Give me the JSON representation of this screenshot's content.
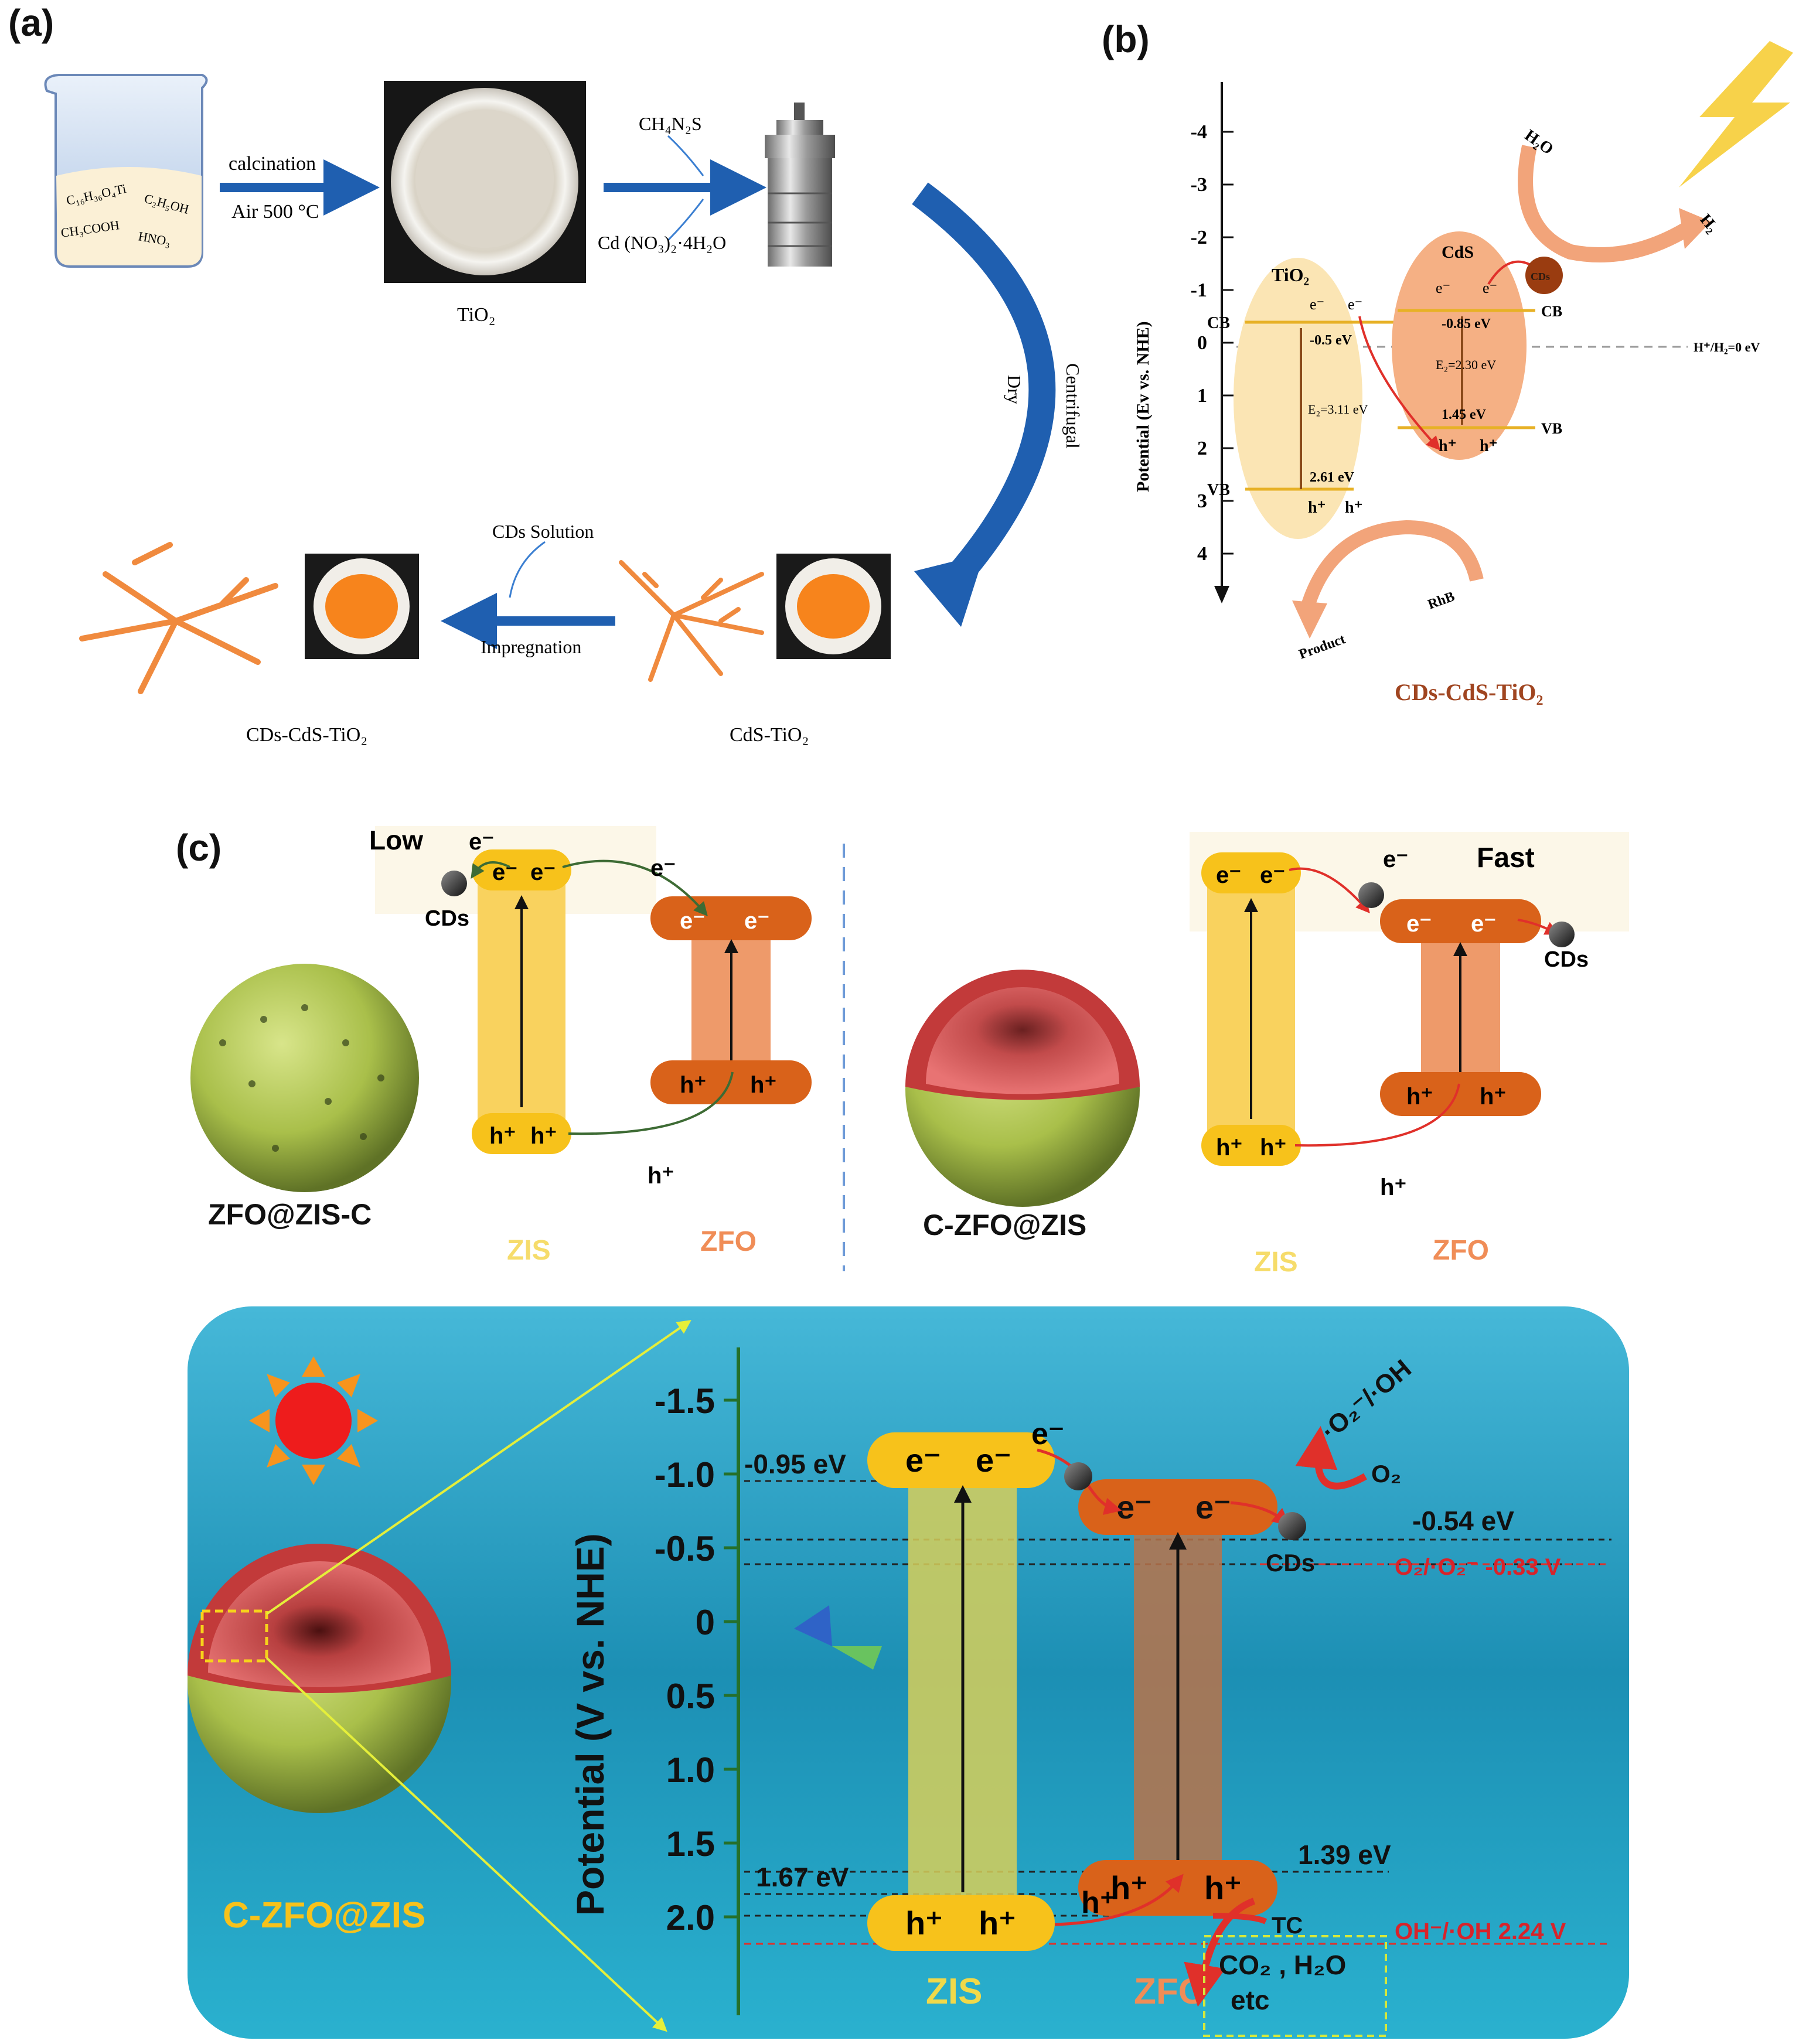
{
  "panel_a": {
    "label": "(a)",
    "beaker_lines": [
      "C₁₆H₃₆O₄Ti",
      "C₂H₅OH",
      "CH₃COOH",
      "HNO₃"
    ],
    "arrow1_top": "calcination",
    "arrow1_bottom": "Air  500 °C",
    "tio2_label": "TiO₂",
    "reagent_top": "CH₄N₂S",
    "reagent_bottom": "Cd (NO₃)₂·4H₂O",
    "curve_left": "Dry",
    "curve_right": "Centrifugal",
    "impreg_top": "CDs Solution",
    "impreg_bottom": "Impregnation",
    "cds_tio2_label": "CdS-TiO₂",
    "final_label": "CDs-CdS-TiO₂"
  },
  "panel_b": {
    "label": "(b)",
    "ylabel": "Potential (Ev vs. NHE)",
    "ticks": [
      "-4",
      "-3",
      "-2",
      "-1",
      "0",
      "1",
      "2",
      "3",
      "4"
    ],
    "tio2": "TiO₂",
    "cds": "CdS",
    "cb": "CB",
    "vb": "VB",
    "e": "e⁻",
    "h": "h⁺",
    "tio2_cb": "-0.5 eV",
    "tio2_eg": "E₂=3.11 eV",
    "tio2_vb": "2.61 eV",
    "cds_cb": "-0.85 eV",
    "cds_eg": "E₂=2.30 eV",
    "cds_vb": "1.45 eV",
    "dot_label": "CDs",
    "ref_line": "H⁺/H₂=0 eV",
    "h2o": "H₂O",
    "h2": "H₂",
    "rhb": "RhB",
    "product": "Product",
    "title": "CDs-CdS-TiO₂"
  },
  "panel_c": {
    "label": "(c)",
    "left_top": {
      "speed": "Low",
      "cds": "CDs",
      "sphere": "ZFO@ZIS-C",
      "zis": "ZIS",
      "zfo": "ZFO"
    },
    "right_top": {
      "speed": "Fast",
      "cds": "CDs",
      "sphere": "C-ZFO@ZIS",
      "zis": "ZIS",
      "zfo": "ZFO"
    },
    "e": "e⁻",
    "h": "h⁺",
    "bottom": {
      "ylabel": "Potential (V vs. NHE)",
      "ticks": [
        "-1.5",
        "-1.0",
        "-0.5",
        "0",
        "0.5",
        "1.0",
        "1.5",
        "2.0"
      ],
      "zis_cb": "-0.95 eV",
      "zis_vb": "1.67 eV",
      "zfo_cb": "-0.54 eV",
      "zfo_vb": "1.39 eV",
      "o2": "O₂",
      "radical": "·O₂⁻/·OH",
      "cds": "CDs",
      "o2_couple": "O₂/·O₂⁻ -0.33 V",
      "oh_couple": "OH⁻/·OH 2.24 V",
      "tc": "TC",
      "products_1": "CO₂ , H₂O",
      "products_2": "etc",
      "sphere": "C-ZFO@ZIS",
      "zis": "ZIS",
      "zfo": "ZFO"
    }
  },
  "colors": {
    "blue_arrow": "#1f5fb0",
    "orange_powder": "#f7841c",
    "zis_yellow": "#f7c21b",
    "zfo_orange": "#d9621a",
    "bg_teal": "#2aa7c8",
    "red_text": "#d8232a"
  }
}
